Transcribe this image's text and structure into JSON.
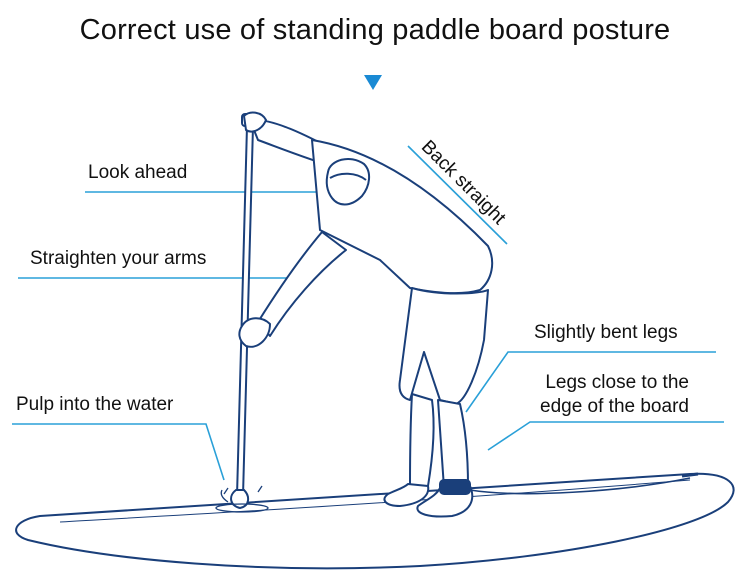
{
  "title": "Correct use of standing paddle board posture",
  "labels": {
    "look_ahead": "Look ahead",
    "straighten_arms": "Straighten your arms",
    "pulp_water": "Pulp into the water",
    "back_straight": "Back straight",
    "bent_legs": "Slightly bent legs",
    "legs_edge_line1": "Legs close to the",
    "legs_edge_line2": "edge of the board"
  },
  "colors": {
    "leader_line": "#2aa0d8",
    "outline": "#1a3f7a",
    "arrow": "#1a8ad4"
  },
  "icons": [
    "down-triangle-icon"
  ]
}
